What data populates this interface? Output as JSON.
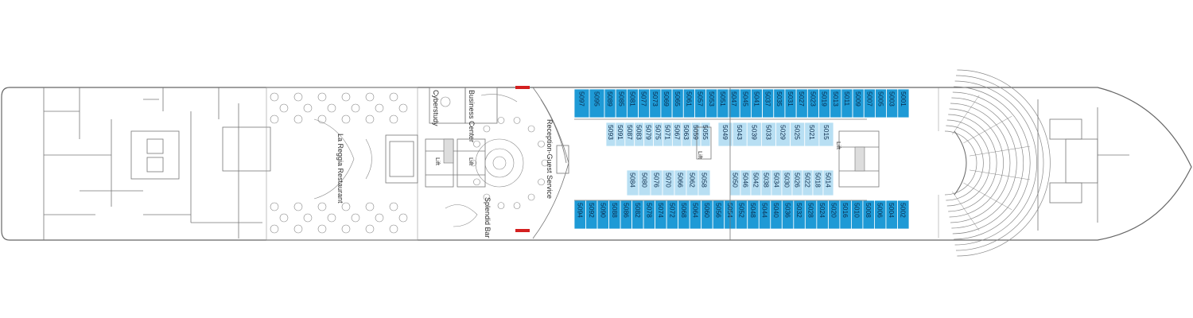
{
  "colors": {
    "cabin_blue": "#1e9ad6",
    "cabin_light": "#b8dff3",
    "hull_stroke": "#666666",
    "fire_door_red": "#d42020",
    "theater_stroke": "#888888"
  },
  "venues": {
    "restaurant": "La Reggia Restaurant",
    "cyberstudy": "Cyberstudy",
    "business_center": "Business Center",
    "reception": "Reception-Guest Service",
    "bar": "Splendid Bar"
  },
  "lifts": {
    "lift_1": "Lift",
    "lift_2": "Lift",
    "lift_3": "Lift",
    "lift_4": "Lift"
  },
  "cabins": {
    "outer_port": [
      "5089",
      "5085",
      "5081",
      "5077",
      "5073",
      "5069",
      "5065",
      "5061",
      "5057",
      "5053",
      "5051",
      "5047",
      "5045",
      "5041",
      "5037",
      "5035",
      "5031",
      "5027",
      "5023",
      "5019",
      "5013",
      "5011",
      "5009",
      "5007",
      "5005",
      "5003",
      "5001"
    ],
    "outer_port_end": [
      "5097",
      "5095"
    ],
    "outer_starboard": [
      "5094",
      "5092",
      "5090",
      "5088",
      "5086",
      "5082",
      "5078",
      "5074",
      "5072",
      "5068",
      "5064",
      "5060",
      "5056",
      "5054",
      "5052",
      "5048",
      "5044",
      "5040",
      "5036",
      "5032",
      "5028",
      "5024",
      "5020",
      "5016",
      "5010",
      "5008",
      "5006",
      "5004",
      "5002"
    ],
    "inner_port_a": [
      "5093",
      "5091",
      "5087",
      "5083",
      "5079",
      "5075",
      "5071",
      "5067",
      "5063",
      "5059",
      "5055"
    ],
    "inner_port_b": [
      "5049",
      "5043",
      "5039",
      "5033",
      "5029",
      "5025",
      "5021",
      "5015"
    ],
    "inner_stbd_a": [
      "5084",
      "5080",
      "5076",
      "5070",
      "5066",
      "5062",
      "5058"
    ],
    "inner_stbd_b": [
      "5050",
      "5046",
      "5042",
      "5038",
      "5034",
      "5030",
      "5026",
      "5022",
      "5018",
      "5014"
    ]
  }
}
